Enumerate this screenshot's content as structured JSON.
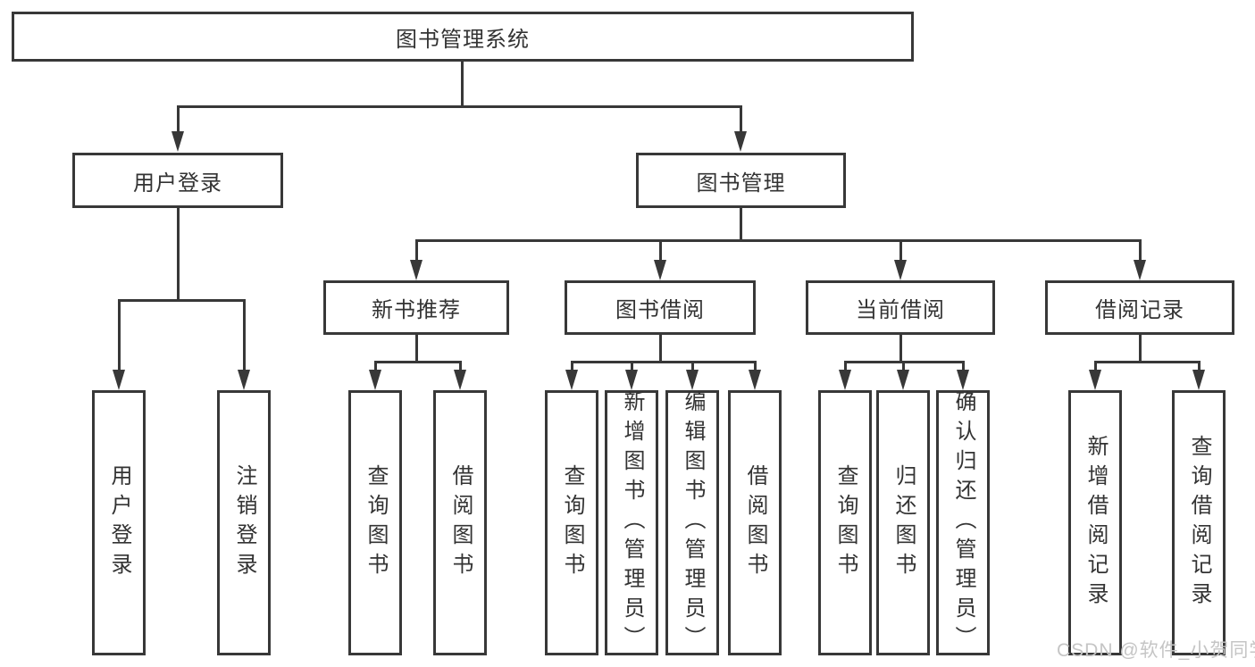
{
  "diagram": {
    "root": {
      "label": "图书管理系统"
    },
    "level2": {
      "user_login": {
        "label": "用户登录"
      },
      "book_management": {
        "label": "图书管理"
      }
    },
    "level3": {
      "new_book_recommend": {
        "label": "新书推荐"
      },
      "book_borrow": {
        "label": "图书借阅"
      },
      "current_borrow": {
        "label": "当前借阅"
      },
      "borrow_records": {
        "label": "借阅记录"
      }
    },
    "leaves": {
      "user_login": {
        "label": "用户登录"
      },
      "logout": {
        "label": "注销登录"
      },
      "query_books_a": {
        "label": "查询图书"
      },
      "borrow_books_a": {
        "label": "借阅图书"
      },
      "query_books_b": {
        "label": "查询图书"
      },
      "add_book_admin": {
        "label": "新增图书（管理员）"
      },
      "edit_book_admin": {
        "label": "编辑图书（管理员）"
      },
      "borrow_books_b": {
        "label": "借阅图书"
      },
      "query_books_c": {
        "label": "查询图书"
      },
      "return_book": {
        "label": "归还图书"
      },
      "confirm_return_admin": {
        "label": "确认归还（管理员）"
      },
      "add_borrow_record": {
        "label": "新增借阅记录"
      },
      "query_borrow_record": {
        "label": "查询借阅记录"
      }
    }
  },
  "watermark": {
    "text": "CSDN @软件_小贺同学"
  },
  "colors": {
    "line": "#383838",
    "text": "#333333",
    "watermark": "#c5c5c5",
    "background": "#ffffff"
  }
}
